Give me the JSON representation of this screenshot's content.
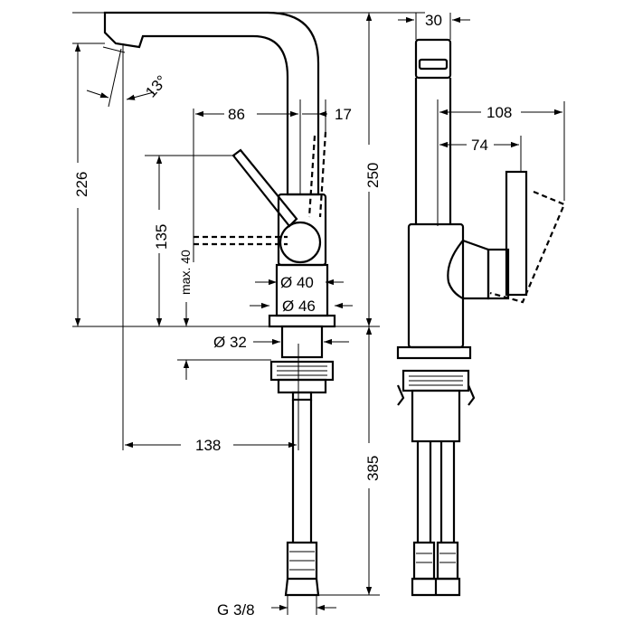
{
  "front_view": {
    "dims": {
      "angle": "13°",
      "d86": "86",
      "d17": "17",
      "h226": "226",
      "h250": "250",
      "h135": "135",
      "max40": "max. 40",
      "dia40": "Ø 40",
      "dia46": "Ø 46",
      "dia32": "Ø 32",
      "w138": "138",
      "h385": "385",
      "thread": "G 3/8"
    }
  },
  "side_view": {
    "dims": {
      "w30": "30",
      "w108": "108",
      "w74": "74"
    }
  }
}
